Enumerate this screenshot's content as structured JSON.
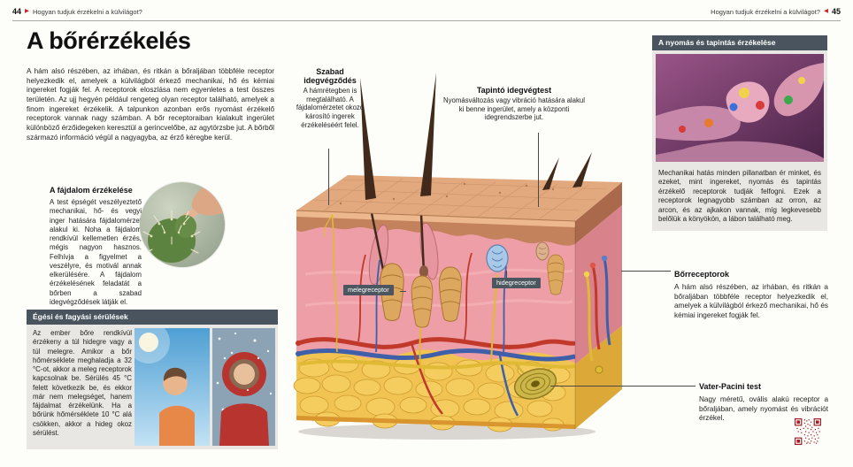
{
  "header": {
    "left_page_number": "44",
    "right_page_number": "45",
    "left_title": "Hogyan tudjuk érzékelni a külvilágot?",
    "right_title": "Hogyan tudjuk érzékelni a külvilágot?"
  },
  "article": {
    "title": "A bőrérzékelés",
    "intro": "A hám alsó részében, az irhában, és ritkán a bőraljában többféle receptor helyezkedik el, amelyek a külvilágból érkező mechanikai, hő és kémiai ingereket fogják fel. A receptorok eloszlása nem egyenletes a test összes területén. Az ujj hegyén például rengeteg olyan receptor található, amelyek a finom ingereket érzékelik. A talpunkon azonban erős nyomást érzékelő receptorok vannak nagy számban. A bőr receptoraiban kialakult ingerület különböző érzőidegeken keresztül a gerincvelőbe, az agytörzsbe jut. A bőrből származó információ végül a nagyagyba, az érző kéregbe kerül."
  },
  "pain": {
    "heading": "A fájdalom érzékelése",
    "body": "A test épségét veszélyeztető mechanikai, hő- és vegyi inger hatására fájdalomérzet alakul ki. Noha a fájdalom rendkívül kellemetlen érzés, mégis nagyon hasznos. Felhívja a figyelmet a veszélyre, és motivál annak elkerülésére. A fájdalom érzékelésének feladatát a bőrben a szabad idegvégződések látják el."
  },
  "burns": {
    "heading": "Égési és fagyási sérülések",
    "body": "Az ember bőre rendkívül érzékeny a túl hidegre vagy a túl melegre. Amikor a bőr hőmérséklete meghaladja a 32 °C-ot, akkor a meleg receptorok kapcsolnak be. Sérülés 45 °C felett következik be, és ekkor már nem melegséget, hanem fájdalmat érzékelünk. Ha a bőrünk hőmérséklete 10 °C alá csökken, akkor a hideg okoz sérülést."
  },
  "diagram": {
    "free_nerve_heading": "Szabad idegvégződés",
    "free_nerve_body": "A hámrétegben is megtalálható. A fájdalomérzetet okozó károsító ingerek érzékeléséért felel.",
    "touch_heading": "Tapintó idegvégtest",
    "touch_body": "Nyomásváltozás vagy vibráció hatására alakul ki benne ingerület, amely a központi idegrendszerbe jut.",
    "warm_receptor_label": "melegreceptor",
    "cold_receptor_label": "hidegreceptor"
  },
  "pressure": {
    "heading": "A nyomás és tapintás érzékelése",
    "body": "Mechanikai hatás minden pillanatban ér minket, és ezeket, mint ingereket, nyomás és tapintás érzékelő receptorok tudják felfogni. Ezek a receptorok legnagyobb számban az orron, az arcon, és az ajkakon vannak, míg legkevesebb belőlük a könyökön, a lábon található meg."
  },
  "skin_receptors": {
    "heading": "Bőrreceptorok",
    "body": "A hám alsó részében, az irhában, és ritkán a bőraljában többféle receptor helyezkedik el, amelyek a külvilágból érkező mechanikai, hő és kémiai ingereket fogják fel."
  },
  "vater_pacini": {
    "heading": "Vater-Pacini test",
    "body": "Nagy méretű, ovális alakú receptor a bőraljában, amely nyomást és vibrációt érzékel."
  },
  "colors": {
    "accent_red": "#c9252c",
    "panel_header_bg": "#49545e",
    "panel_bg": "#e8e7e3",
    "receptor_label_bg": "#4b565f"
  }
}
